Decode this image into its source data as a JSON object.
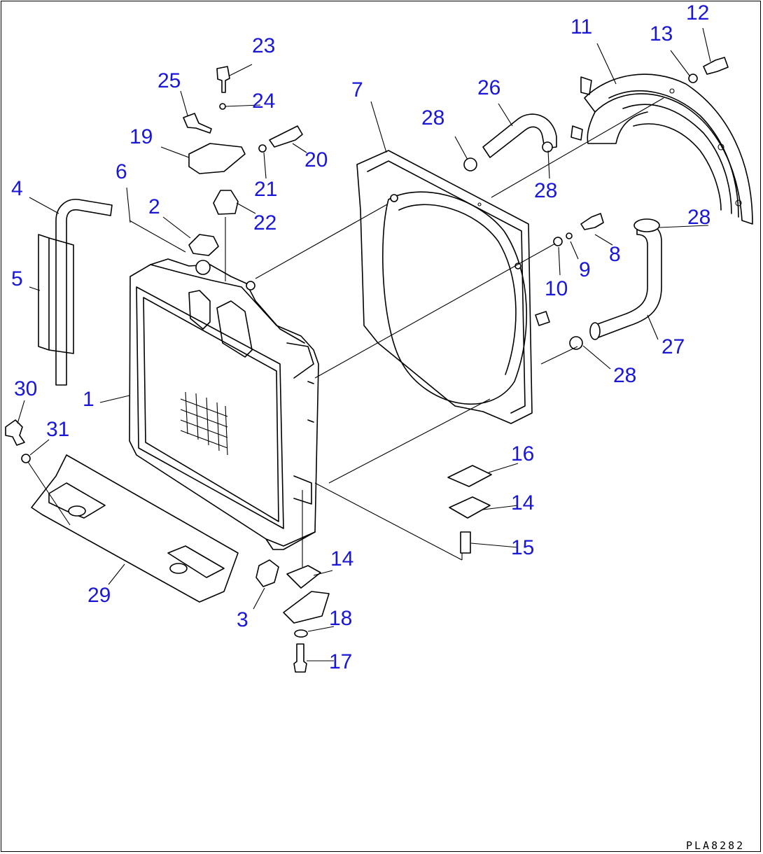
{
  "drawing_code": "PLA8282",
  "callouts": [
    {
      "label": "1"
    },
    {
      "label": "2"
    },
    {
      "label": "3"
    },
    {
      "label": "4"
    },
    {
      "label": "5"
    },
    {
      "label": "6"
    },
    {
      "label": "7"
    },
    {
      "label": "8"
    },
    {
      "label": "9"
    },
    {
      "label": "10"
    },
    {
      "label": "11"
    },
    {
      "label": "12"
    },
    {
      "label": "13"
    },
    {
      "label": "14"
    },
    {
      "label": "14"
    },
    {
      "label": "15"
    },
    {
      "label": "16"
    },
    {
      "label": "17"
    },
    {
      "label": "18"
    },
    {
      "label": "19"
    },
    {
      "label": "20"
    },
    {
      "label": "21"
    },
    {
      "label": "22"
    },
    {
      "label": "23"
    },
    {
      "label": "24"
    },
    {
      "label": "25"
    },
    {
      "label": "26"
    },
    {
      "label": "27"
    },
    {
      "label": "28"
    },
    {
      "label": "28"
    },
    {
      "label": "28"
    },
    {
      "label": "28"
    },
    {
      "label": "29"
    },
    {
      "label": "30"
    },
    {
      "label": "31"
    }
  ],
  "colors": {
    "callout": "#1a17d6",
    "line": "#000000",
    "background": "#ffffff"
  }
}
